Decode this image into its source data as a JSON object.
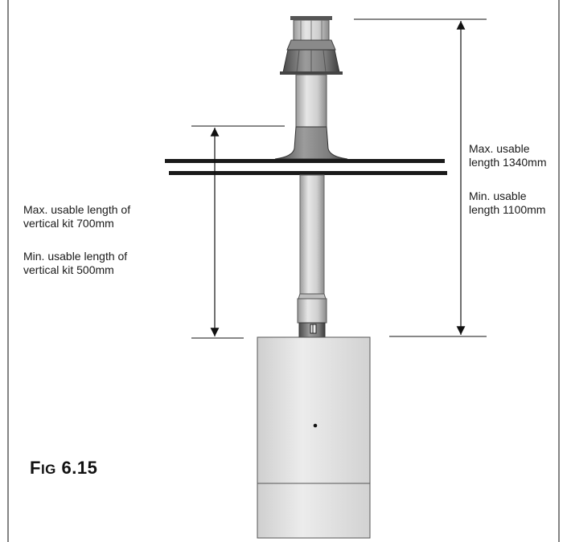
{
  "figure": {
    "title_prefix": "F",
    "title_smallcaps": "IG",
    "title_number": "6.15"
  },
  "annotations": {
    "right_max": {
      "line1": "Max. usable",
      "line2": "length 1340mm"
    },
    "right_min": {
      "line1": "Min. usable",
      "line2": "length 1100mm"
    },
    "left_max": {
      "line1": "Max. usable length of",
      "line2": "vertical kit 700mm"
    },
    "left_min": {
      "line1": "Min. usable length of",
      "line2": "vertical kit 500mm"
    }
  },
  "colors": {
    "frame": "#333333",
    "metal_light": "#e2e2e2",
    "metal_mid": "#b8b8b8",
    "metal_dark": "#6a6a6a",
    "roof": "#1a1a1a",
    "boiler": "#e4e4e4",
    "dimension_line": "#111111"
  }
}
